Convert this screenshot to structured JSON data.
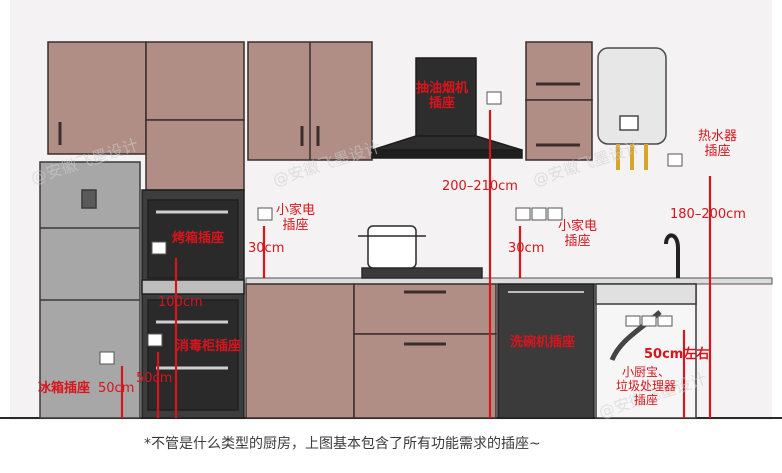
{
  "labels": {
    "range_hood_socket": "抽油烟机\n插座",
    "hood_height": "200–210cm",
    "oven_socket": "烤箱插座",
    "oven_height": "100cm",
    "small_appliance_left": "小家电\n插座",
    "small_appliance_left_height": "30cm",
    "small_appliance_mid": "小家电\n插座",
    "small_appliance_mid_height": "30cm",
    "sterilizer_socket": "消毒柜插座",
    "sterilizer_height": "50cm",
    "fridge_socket": "冰箱插座",
    "fridge_height": "50cm",
    "dishwasher_socket": "洗碗机插座",
    "water_heater_socket": "热水器\n插座",
    "water_heater_height": "180–200cm",
    "sink_height": "50cm左右",
    "sink_socket": "小厨宝、\n垃圾处理器\n插座"
  },
  "caption": "*不管是什么类型的厨房，上图基本包含了所有功能需求的插座~",
  "watermark": "@安徽飞墨设计",
  "colors": {
    "cabinet": "#b08e86",
    "cabinet_dark": "#8a6c66",
    "appliance_dark": "#3b3b3b",
    "fridge": "#a6a6a6",
    "accent_red": "#d8141c",
    "wall": "#f2f0f0"
  }
}
